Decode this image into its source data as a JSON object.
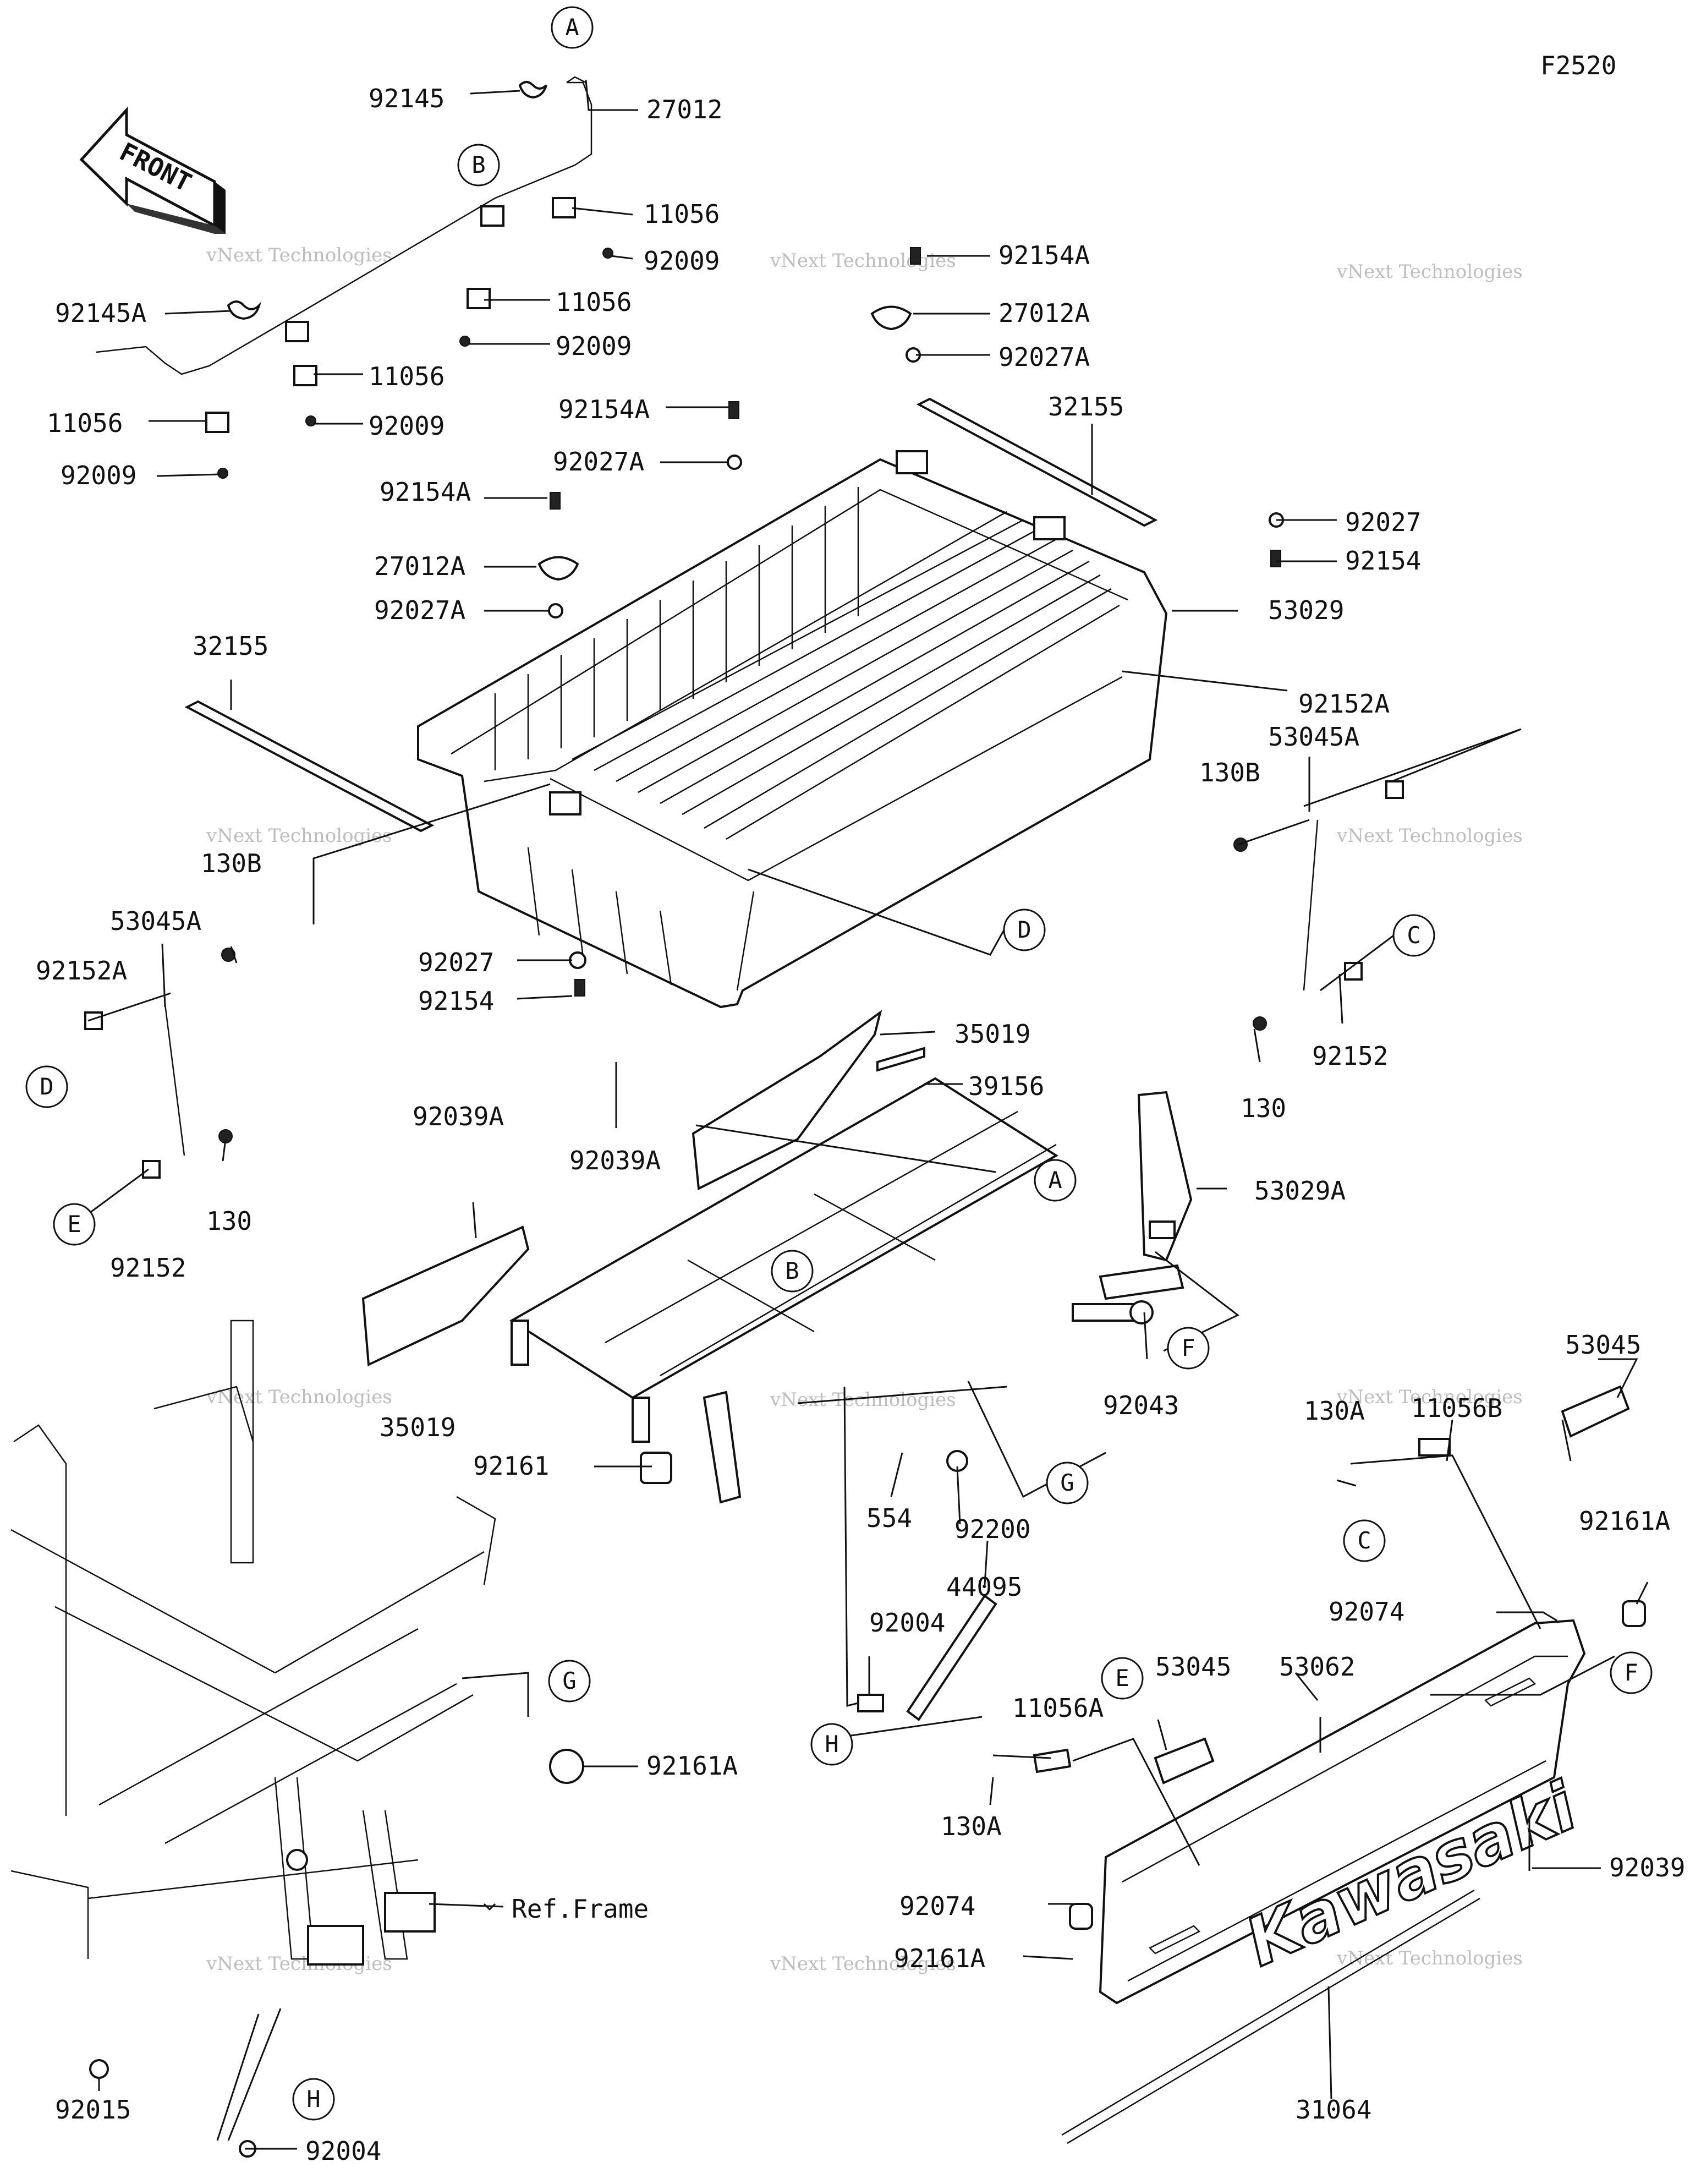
{
  "figure_code": "F2520",
  "direction_arrow": {
    "text": "FRONT",
    "icon": "front-arrow-icon"
  },
  "watermark": {
    "line1": "vNext",
    "line2": "Technologies",
    "full": "vNext Technologies"
  },
  "labels": [
    {
      "id": "l1",
      "text": "92145"
    },
    {
      "id": "l2",
      "text": "27012"
    },
    {
      "id": "l3",
      "text": "11056"
    },
    {
      "id": "l4",
      "text": "92009"
    },
    {
      "id": "l5",
      "text": "11056"
    },
    {
      "id": "l6",
      "text": "92009"
    },
    {
      "id": "l7",
      "text": "92145A"
    },
    {
      "id": "l8",
      "text": "11056"
    },
    {
      "id": "l9",
      "text": "92009"
    },
    {
      "id": "l10",
      "text": "11056"
    },
    {
      "id": "l11",
      "text": "92009"
    },
    {
      "id": "l12",
      "text": "92154A"
    },
    {
      "id": "l13",
      "text": "27012A"
    },
    {
      "id": "l14",
      "text": "92027A"
    },
    {
      "id": "l15",
      "text": "92154A"
    },
    {
      "id": "l16",
      "text": "92027A"
    },
    {
      "id": "l17",
      "text": "32155"
    },
    {
      "id": "l18",
      "text": "92154A"
    },
    {
      "id": "l19",
      "text": "27012A"
    },
    {
      "id": "l20",
      "text": "92027A"
    },
    {
      "id": "l21",
      "text": "92027"
    },
    {
      "id": "l22",
      "text": "92154"
    },
    {
      "id": "l23",
      "text": "53029"
    },
    {
      "id": "l24",
      "text": "32155"
    },
    {
      "id": "l25",
      "text": "92152A"
    },
    {
      "id": "l26",
      "text": "53045A"
    },
    {
      "id": "l27",
      "text": "130B"
    },
    {
      "id": "l28",
      "text": "130B"
    },
    {
      "id": "l29",
      "text": "53045A"
    },
    {
      "id": "l30",
      "text": "92152A"
    },
    {
      "id": "l31",
      "text": "92027"
    },
    {
      "id": "l32",
      "text": "92154"
    },
    {
      "id": "l33",
      "text": "35019"
    },
    {
      "id": "l34",
      "text": "92152"
    },
    {
      "id": "l35",
      "text": "130"
    },
    {
      "id": "l36",
      "text": "39156"
    },
    {
      "id": "l37",
      "text": "92039A"
    },
    {
      "id": "l38",
      "text": "92039A"
    },
    {
      "id": "l39",
      "text": "53029A"
    },
    {
      "id": "l40",
      "text": "130"
    },
    {
      "id": "l41",
      "text": "92152"
    },
    {
      "id": "l42",
      "text": "35019"
    },
    {
      "id": "l43",
      "text": "92043"
    },
    {
      "id": "l44",
      "text": "53045"
    },
    {
      "id": "l45",
      "text": "92161"
    },
    {
      "id": "l46",
      "text": "130A"
    },
    {
      "id": "l47",
      "text": "11056B"
    },
    {
      "id": "l48",
      "text": "92161A"
    },
    {
      "id": "l49",
      "text": "92200"
    },
    {
      "id": "l50",
      "text": "554"
    },
    {
      "id": "l51",
      "text": "44095"
    },
    {
      "id": "l52",
      "text": "92004"
    },
    {
      "id": "l53",
      "text": "92074"
    },
    {
      "id": "l54",
      "text": "53045"
    },
    {
      "id": "l55",
      "text": "53062"
    },
    {
      "id": "l56",
      "text": "11056A"
    },
    {
      "id": "l57",
      "text": "92161A"
    },
    {
      "id": "l58",
      "text": "Ref.Frame"
    },
    {
      "id": "l59",
      "text": "130A"
    },
    {
      "id": "l60",
      "text": "92039"
    },
    {
      "id": "l61",
      "text": "92074"
    },
    {
      "id": "l62",
      "text": "92161A"
    },
    {
      "id": "l63",
      "text": "92015"
    },
    {
      "id": "l64",
      "text": "92004"
    },
    {
      "id": "l65",
      "text": "31064"
    }
  ],
  "reference_markers": [
    {
      "id": "cA1",
      "letter": "A"
    },
    {
      "id": "cB1",
      "letter": "B"
    },
    {
      "id": "cD1",
      "letter": "D"
    },
    {
      "id": "cC1",
      "letter": "C"
    },
    {
      "id": "cD2",
      "letter": "D"
    },
    {
      "id": "cE1",
      "letter": "E"
    },
    {
      "id": "cA2",
      "letter": "A"
    },
    {
      "id": "cB2",
      "letter": "B"
    },
    {
      "id": "cF1",
      "letter": "F"
    },
    {
      "id": "cG1",
      "letter": "G"
    },
    {
      "id": "cC2",
      "letter": "C"
    },
    {
      "id": "cG2",
      "letter": "G"
    },
    {
      "id": "cE2",
      "letter": "E"
    },
    {
      "id": "cF2",
      "letter": "F"
    },
    {
      "id": "cH1",
      "letter": "H"
    },
    {
      "id": "cH2",
      "letter": "H"
    }
  ],
  "brand_logo_text": "Kawasaki"
}
